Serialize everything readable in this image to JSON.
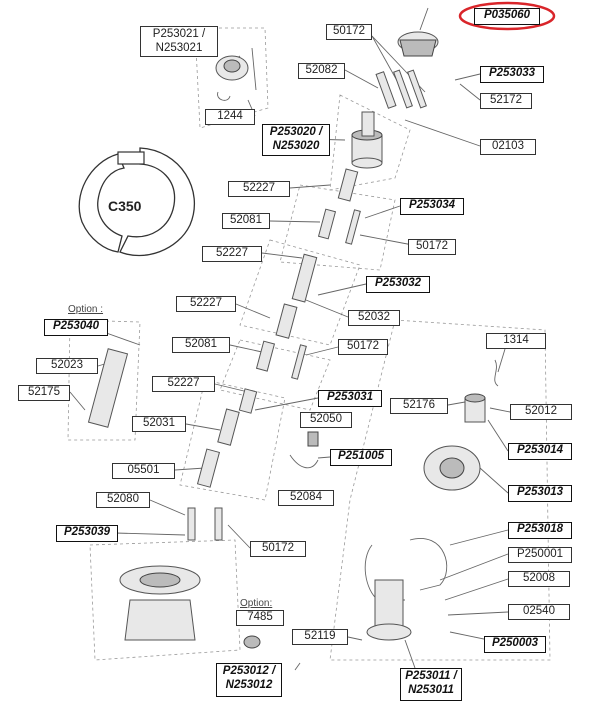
{
  "diagram_type": "exploded-parts",
  "highlight_color": "#d9252a",
  "profile_label": "C350",
  "option_labels": [
    "Option :",
    "Option:"
  ],
  "parts": {
    "p035060": "P035060",
    "p253021": "P253021 / N253021",
    "n50172a": "50172",
    "n52082": "52082",
    "p253033": "P253033",
    "n52172": "52172",
    "n1244": "1244",
    "p253020": "P253020 / N253020",
    "n02103": "02103",
    "n52227a": "52227",
    "p253034": "P253034",
    "n52081a": "52081",
    "n50172b": "50172",
    "n52227b": "52227",
    "p253032": "P253032",
    "n52227c": "52227",
    "n52032": "52032",
    "p253040": "P253040",
    "n52081b": "52081",
    "n50172c": "50172",
    "n1314": "1314",
    "n52023": "52023",
    "n52227d": "52227",
    "n52175": "52175",
    "p253031": "P253031",
    "n52176": "52176",
    "n52012": "52012",
    "n52031": "52031",
    "n52050": "52050",
    "p253014": "P253014",
    "p251005": "P251005",
    "n05501": "05501",
    "n52084": "52084",
    "p253013": "P253013",
    "n52080": "52080",
    "p253039": "P253039",
    "p253018": "P253018",
    "n50172d": "50172",
    "p250001": "P250001",
    "n52008": "52008",
    "n7485": "7485",
    "n02540": "02540",
    "n52119": "52119",
    "p250003": "P250003",
    "p253012": "P253012 / N253012",
    "p253011": "P253011 / N253011"
  }
}
